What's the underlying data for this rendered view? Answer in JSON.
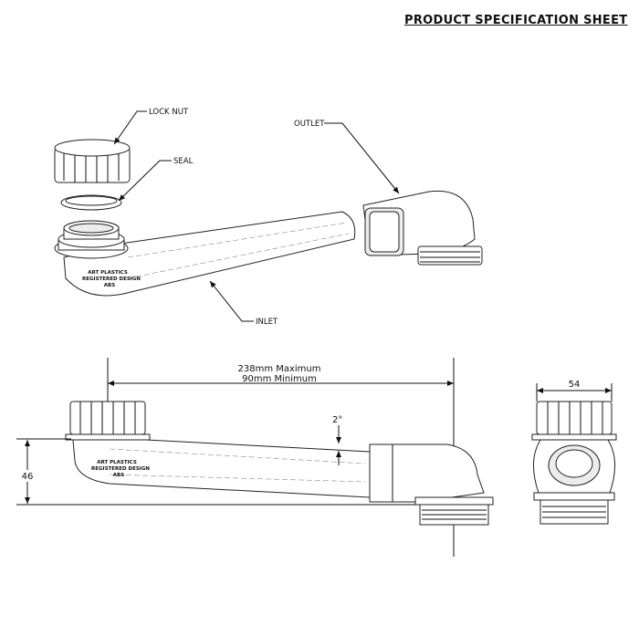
{
  "header": {
    "title": "PRODUCT SPECIFICATION SHEET"
  },
  "exploded_view": {
    "labels": {
      "lock_nut": "LOCK NUT",
      "seal": "SEAL",
      "outlet": "OUTLET",
      "inlet": "INLET"
    },
    "logo": {
      "line1": "ART PLASTICS",
      "line2": "REGISTERED DESIGN",
      "line3": "ABS"
    }
  },
  "side_view": {
    "length_max": "238mm Maximum",
    "length_min": "90mm Minimum",
    "angle": "2°",
    "height": "46",
    "logo": {
      "line1": "ART PLASTICS",
      "line2": "REGISTERED DESIGN",
      "line3": "ABS"
    }
  },
  "end_view": {
    "width": "54"
  }
}
